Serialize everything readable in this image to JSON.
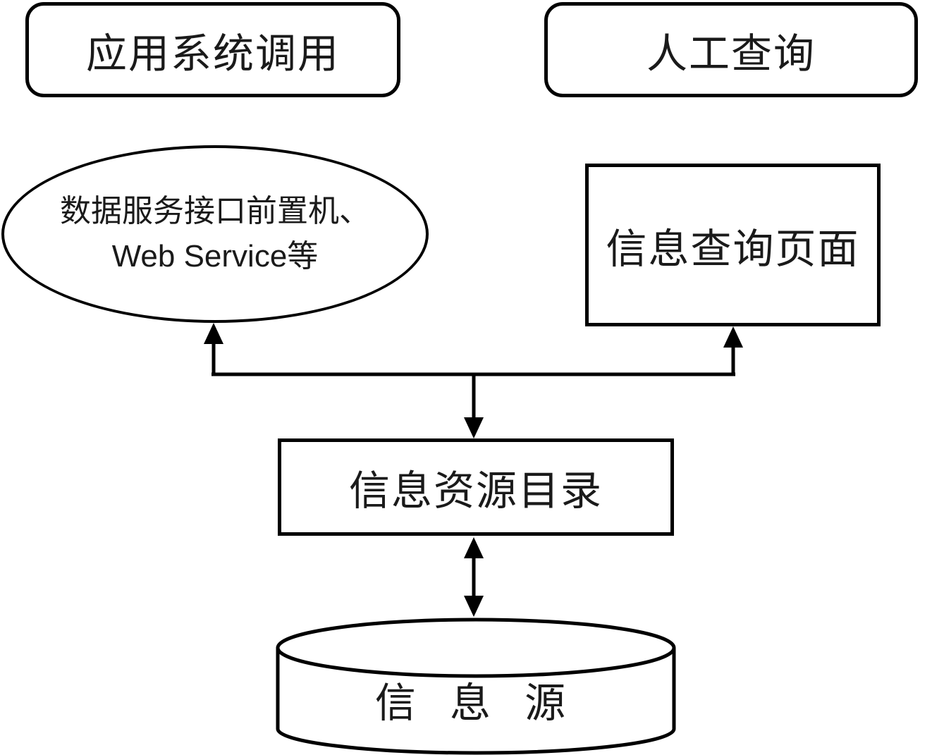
{
  "diagram": {
    "nodes": {
      "app_call": {
        "label": "应用系统调用",
        "shape": "rounded-rectangle"
      },
      "manual_query": {
        "label": "人工查询",
        "shape": "rounded-rectangle"
      },
      "data_service": {
        "line1": "数据服务接口前置机、",
        "line2": "Web Service等",
        "shape": "ellipse"
      },
      "info_query_page": {
        "label": "信息查询页面",
        "shape": "rectangle"
      },
      "info_resource_catalog": {
        "label": "信息资源目录",
        "shape": "rectangle"
      },
      "info_source": {
        "label": "信 息 源",
        "shape": "cylinder"
      }
    },
    "edges": [
      {
        "from": "info_resource_catalog",
        "to": "data_service",
        "style": "arrow-up"
      },
      {
        "from": "info_resource_catalog",
        "to": "info_query_page",
        "style": "arrow-up"
      },
      {
        "from": "branch_junction",
        "to": "info_resource_catalog",
        "style": "arrow-down"
      },
      {
        "from": "info_resource_catalog",
        "to": "info_source",
        "style": "double-headed-arrow"
      }
    ],
    "colors": {
      "stroke": "#000000",
      "fill": "#ffffff",
      "background": "#ffffff",
      "text": "#1a1a1a"
    }
  }
}
